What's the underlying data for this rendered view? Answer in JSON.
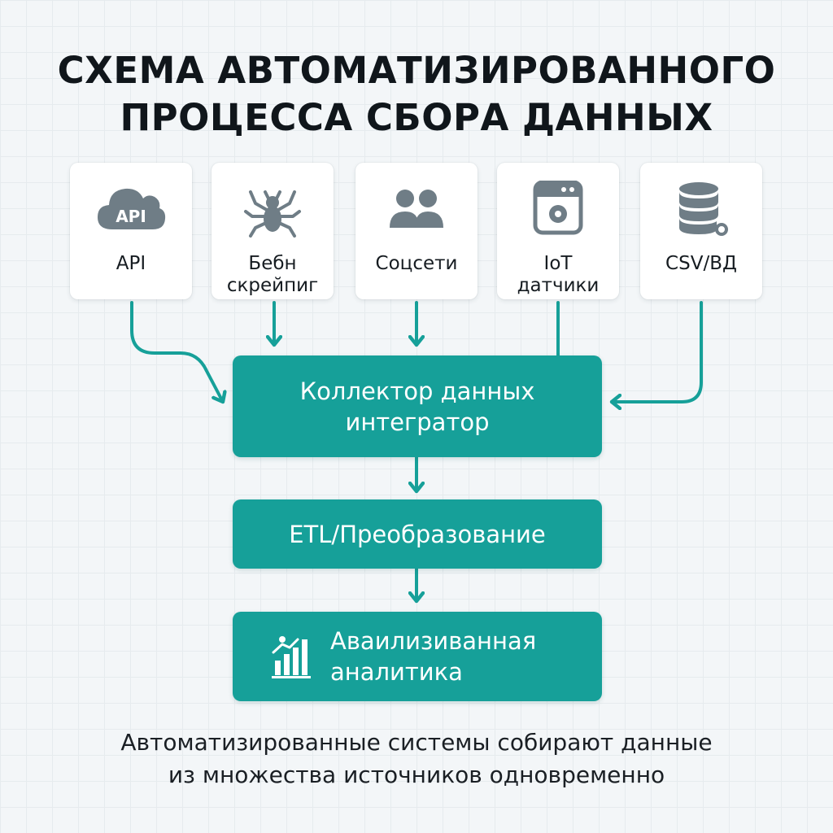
{
  "title": {
    "line1": "СХЕМА АВТОМАТИЗИРОВАННОГО",
    "line2": "ПРОЦЕССА СБОРА ДАННЫХ"
  },
  "sources": [
    {
      "icon": "cloud-api-icon",
      "icon_text": "API",
      "label": [
        "API"
      ]
    },
    {
      "icon": "spider-icon",
      "label": [
        "Бебн",
        "скрейпиг"
      ]
    },
    {
      "icon": "users-icon",
      "label": [
        "Соцсети"
      ]
    },
    {
      "icon": "iot-device-icon",
      "label": [
        "IoT",
        "датчики"
      ]
    },
    {
      "icon": "database-icon",
      "label": [
        "CSV/ВД"
      ]
    }
  ],
  "flow": {
    "collector": [
      "Коллектор данных",
      "интегратор"
    ],
    "etl": [
      "ETL/Преобразование"
    ],
    "analytics": [
      "Аваилизиванная",
      "аналитика"
    ],
    "analytics_icon": "bar-chart-icon"
  },
  "caption": {
    "line1": "Автоматизированные системы собирают данные",
    "line2": "из множества источников одновременно"
  },
  "colors": {
    "accent": "#16a099",
    "icon_gray": "#6f7d86",
    "background": "#f3f6f8"
  }
}
